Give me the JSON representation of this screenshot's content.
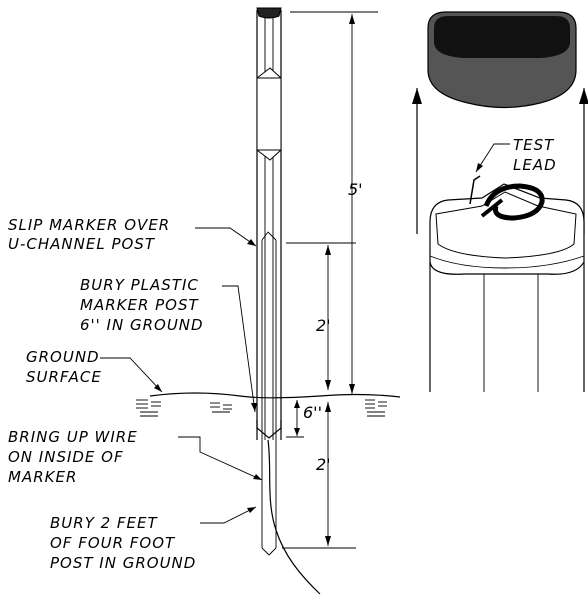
{
  "labels": {
    "slip_marker_line1": "SLIP MARKER OVER",
    "slip_marker_line2": "U-CHANNEL POST",
    "bury_plastic_line1": "BURY PLASTIC",
    "bury_plastic_line2": "MARKER POST",
    "bury_plastic_line3": "6'' IN GROUND",
    "ground_line1": "GROUND",
    "ground_line2": "SURFACE",
    "bring_up_line1": "BRING UP WIRE",
    "bring_up_line2": "ON INSIDE OF",
    "bring_up_line3": "MARKER",
    "bury_feet_line1": "BURY 2 FEET",
    "bury_feet_line2": "OF FOUR FOOT",
    "bury_feet_line3": "POST IN GROUND",
    "test_lead_line1": "TEST",
    "test_lead_line2": "LEAD"
  },
  "dimensions": {
    "total_height": "5'",
    "above_ground_channel": "2'",
    "marker_depth": "6''",
    "below_ground_channel": "2'"
  }
}
